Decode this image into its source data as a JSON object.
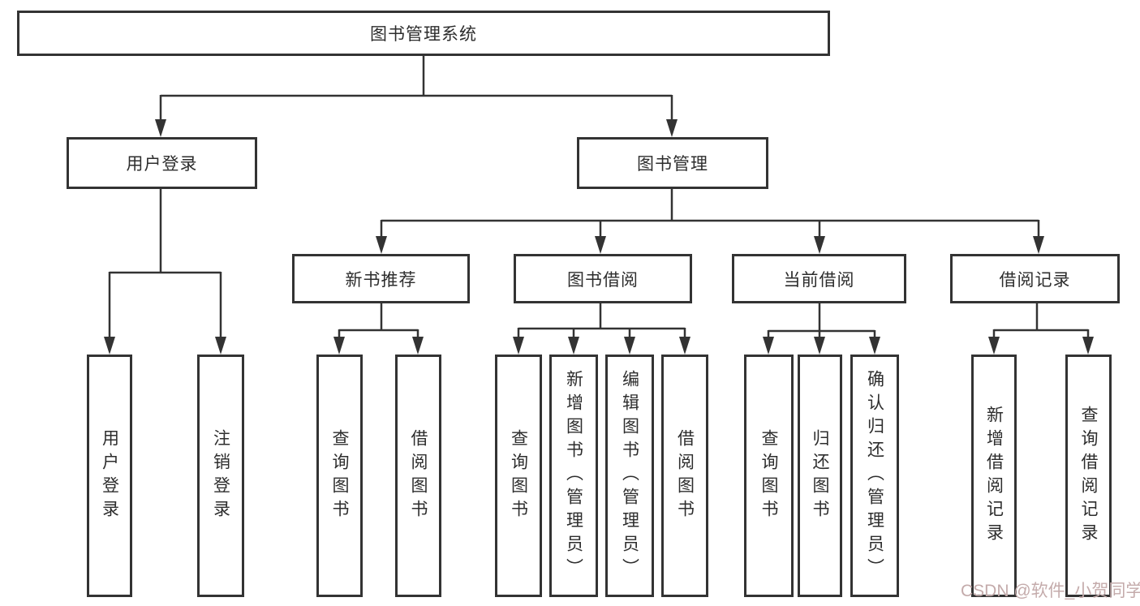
{
  "colors": {
    "line": "#333333",
    "box_border": "#333333",
    "background": "#ffffff",
    "text": "#2d2d2d",
    "watermark": "#c4abab"
  },
  "watermark": {
    "text": "CSDN @软件_小贺同学"
  },
  "tree": {
    "label": "图书管理系统",
    "children": [
      {
        "label": "用户登录",
        "children": [
          {
            "label": "用户登录"
          },
          {
            "label": "注销登录"
          }
        ]
      },
      {
        "label": "图书管理",
        "children": [
          {
            "label": "新书推荐",
            "children": [
              {
                "label": "查询图书"
              },
              {
                "label": "借阅图书"
              }
            ]
          },
          {
            "label": "图书借阅",
            "children": [
              {
                "label": "查询图书"
              },
              {
                "label": "新增图书（管理员）"
              },
              {
                "label": "编辑图书（管理员）"
              },
              {
                "label": "借阅图书"
              }
            ]
          },
          {
            "label": "当前借阅",
            "children": [
              {
                "label": "查询图书"
              },
              {
                "label": "归还图书"
              },
              {
                "label": "确认归还（管理员）"
              }
            ]
          },
          {
            "label": "借阅记录",
            "children": [
              {
                "label": "新增借阅记录"
              },
              {
                "label": "查询借阅记录"
              }
            ]
          }
        ]
      }
    ]
  }
}
